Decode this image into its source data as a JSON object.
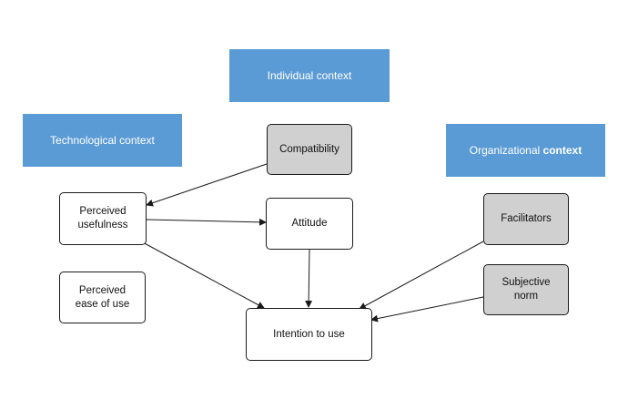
{
  "contexts": {
    "individual": "Individual context",
    "technological": "Technological context",
    "organizational": "Organizational",
    "organizational_bold": "context"
  },
  "nodes": {
    "compatibility": "Compatibility",
    "perceived_usefulness": "Perceived\nusefulness",
    "attitude": "Attitude",
    "perceived_ease_of_use": "Perceived\nease of use",
    "intention_to_use": "Intention to use",
    "facilitators": "Facilitators",
    "subjective_norm": "Subjective\nnorm"
  },
  "colors": {
    "context_fill": "#5b9bd5",
    "gray_node_fill": "#d0d0d0",
    "stroke": "#1a1a1a"
  }
}
